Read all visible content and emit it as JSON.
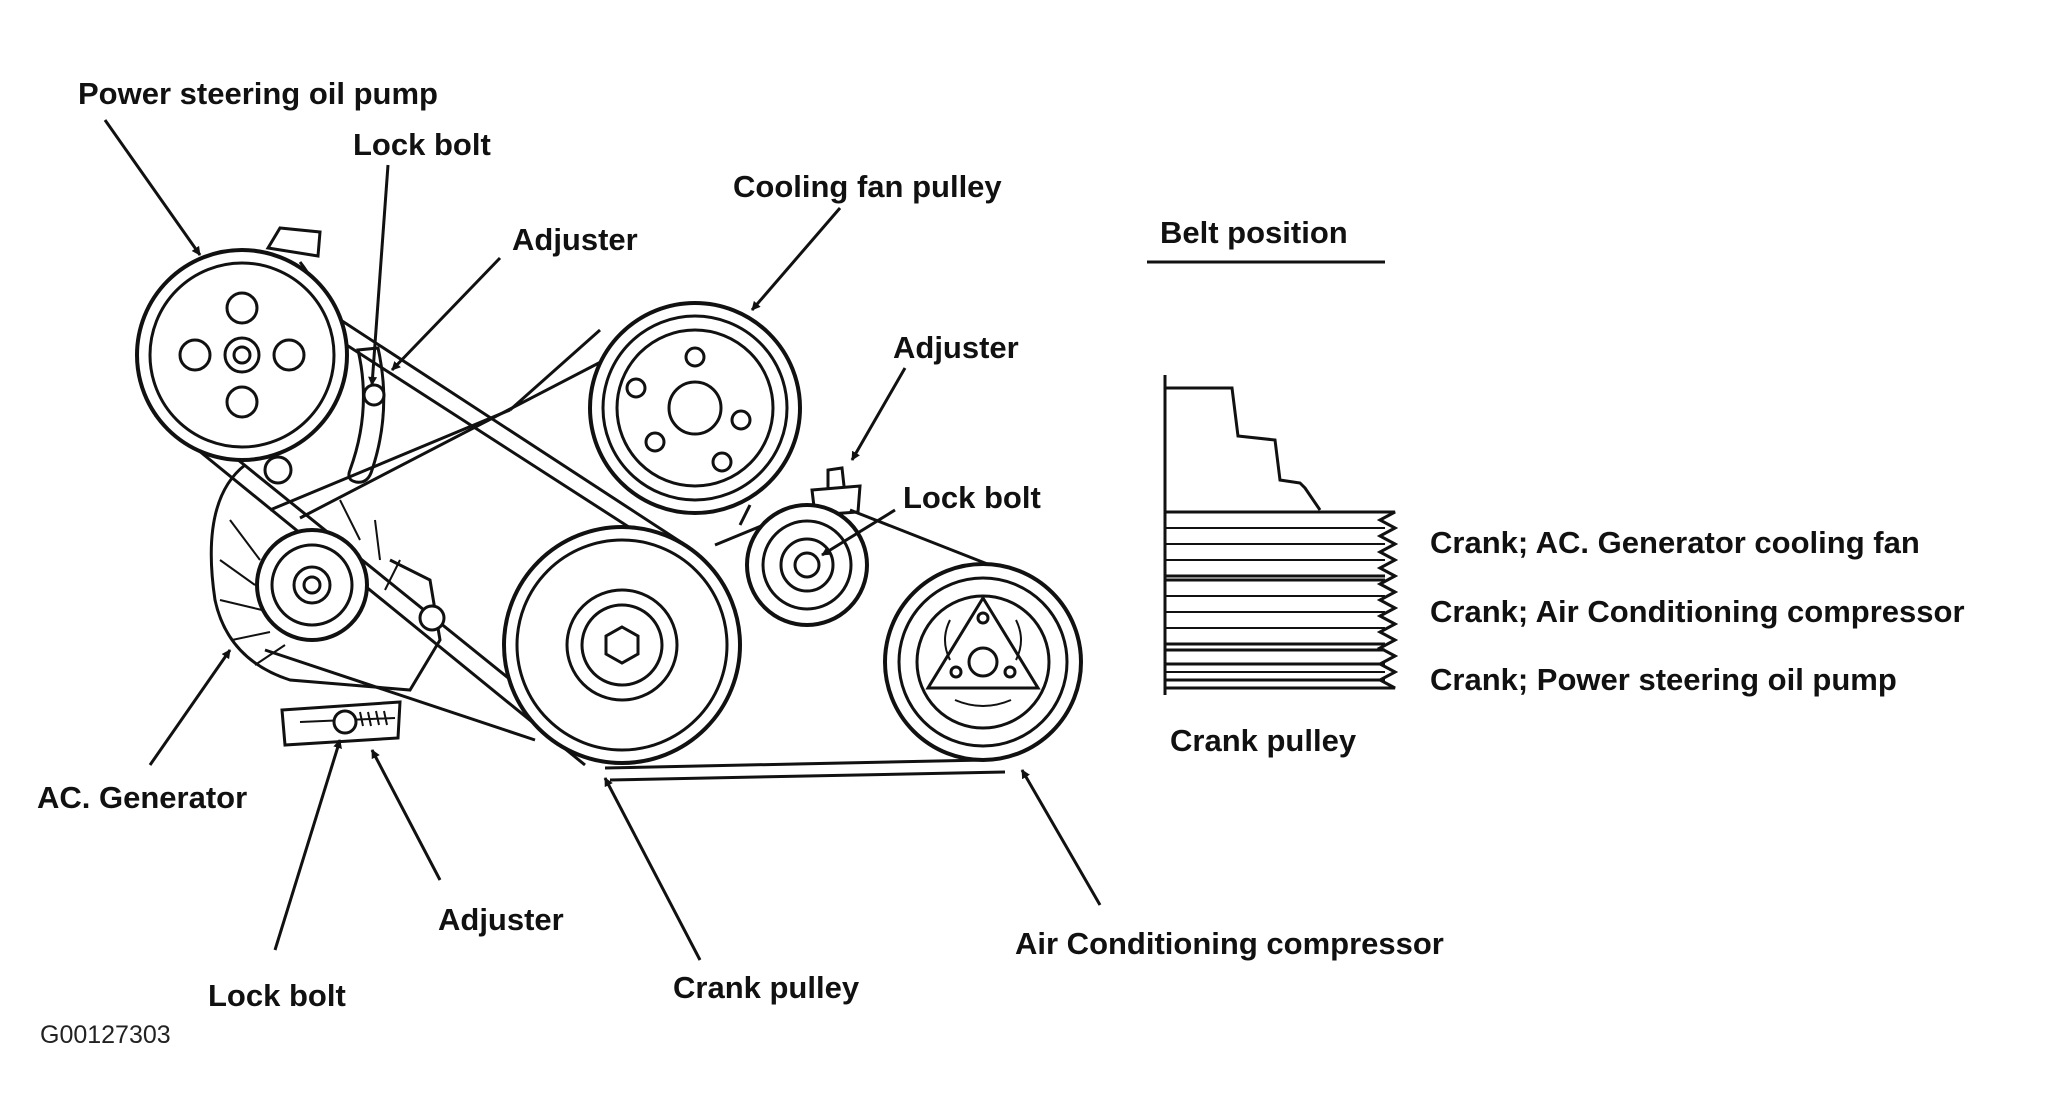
{
  "labels": {
    "power_steering_oil_pump": "Power steering oil pump",
    "lock_bolt_top": "Lock bolt",
    "adjuster_top_left": "Adjuster",
    "cooling_fan_pulley": "Cooling fan pulley",
    "adjuster_top_right": "Adjuster",
    "lock_bolt_right": "Lock bolt",
    "ac_generator": "AC. Generator",
    "adjuster_bottom": "Adjuster",
    "lock_bolt_bottom": "Lock bolt",
    "crank_pulley": "Crank pulley",
    "air_conditioning_compressor": "Air Conditioning compressor"
  },
  "belt_position": {
    "title": "Belt position",
    "rows": [
      "Crank; AC. Generator cooling fan",
      "Crank; Air Conditioning compressor",
      "Crank; Power steering oil pump"
    ],
    "caption": "Crank pulley"
  },
  "figure_code": "G00127303"
}
